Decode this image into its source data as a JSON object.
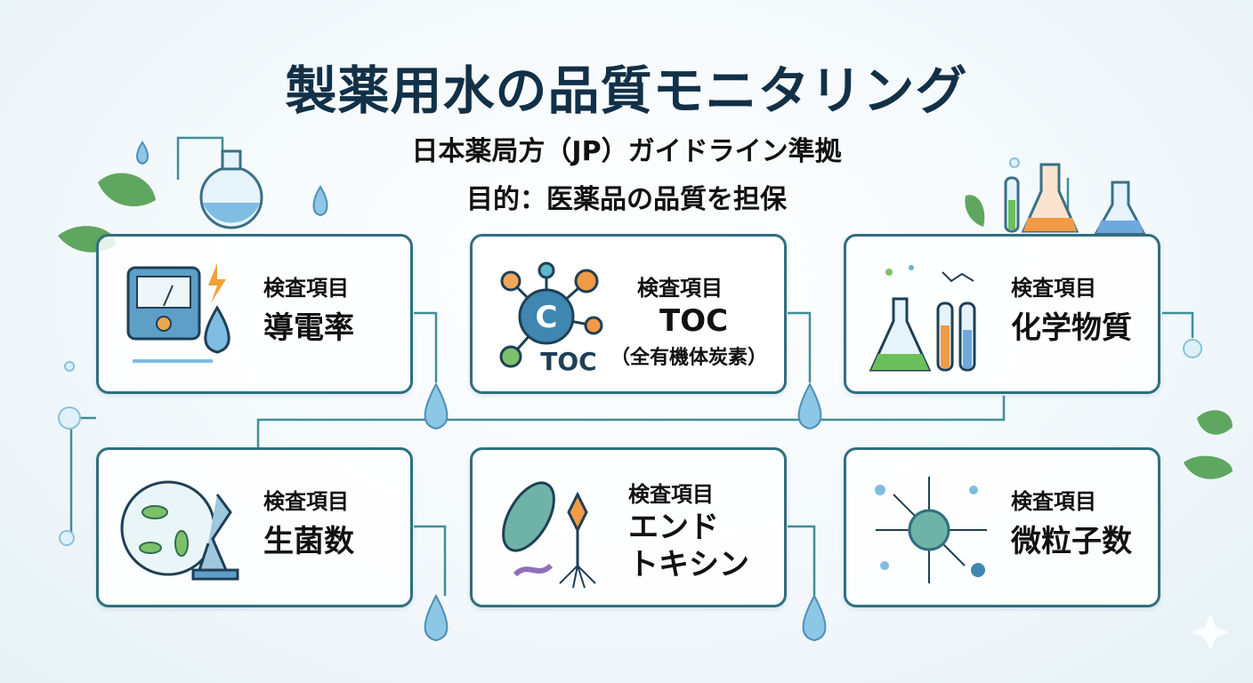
{
  "header": {
    "title": "製薬用水の品質モニタリング",
    "subtitle1": "日本薬局方（JP）ガイドライン準拠",
    "subtitle2": "目的：医薬品の品質を担保"
  },
  "cards": [
    {
      "label": "検査項目",
      "name": "導電率",
      "icon": "conductivity-meter-icon"
    },
    {
      "label": "検査項目",
      "name": "TOC",
      "detail": "（全有機体炭素）",
      "icon_text": "TOC",
      "icon_letter": "C",
      "icon": "carbon-molecule-icon"
    },
    {
      "label": "検査項目",
      "name": "化学物質",
      "icon": "chemistry-flask-icon"
    },
    {
      "label": "検査項目",
      "name": "生菌数",
      "icon": "microscope-petri-icon"
    },
    {
      "label": "検査項目",
      "name": "エンド",
      "name2": "トキシン",
      "icon": "bacteria-virus-icon"
    },
    {
      "label": "検査項目",
      "name": "微粒子数",
      "icon": "particle-icon"
    }
  ],
  "colors": {
    "border": "#2f6f7f",
    "title": "#123047",
    "water": "#8cc7e6",
    "leaf": "#4f9a58"
  }
}
